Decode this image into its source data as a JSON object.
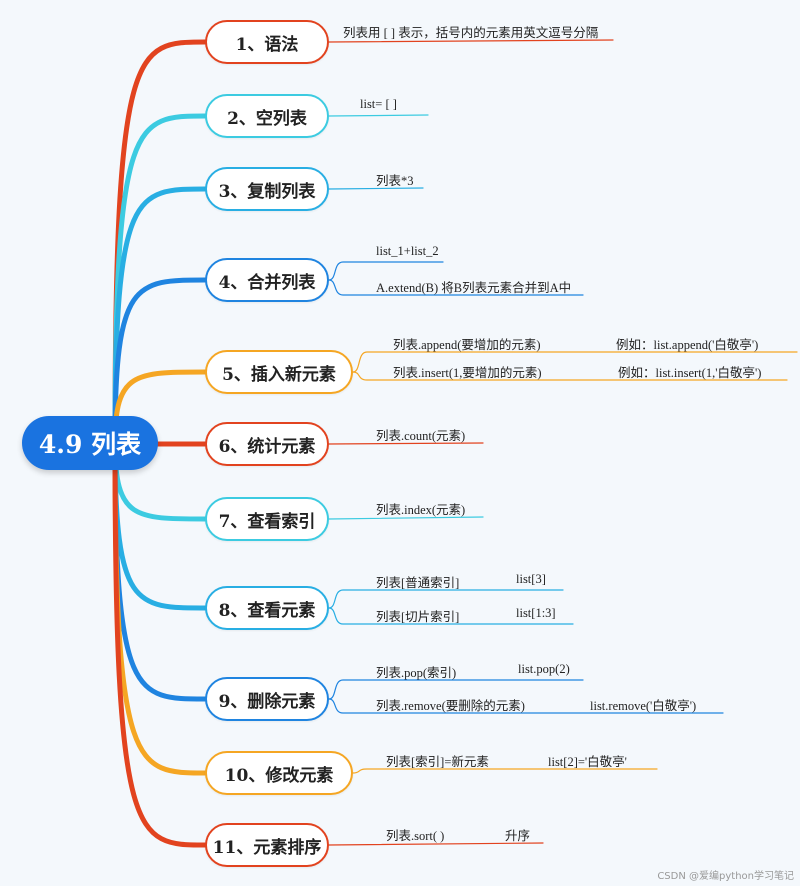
{
  "root": {
    "label": "4.9 列表",
    "color": "#1a73e0"
  },
  "branches": [
    {
      "label": "1、语法",
      "color": "#e2431f",
      "leaves": [
        {
          "texts": [
            "列表用 [ ] 表示，括号内的元素用英文逗号分隔"
          ]
        }
      ]
    },
    {
      "label": "2、空列表",
      "color": "#3ccbe1",
      "leaves": [
        {
          "texts": [
            "list= [ ]"
          ]
        }
      ]
    },
    {
      "label": "3、复制列表",
      "color": "#28aee3",
      "leaves": [
        {
          "texts": [
            "列表*3"
          ]
        }
      ]
    },
    {
      "label": "4、合并列表",
      "color": "#1f84e0",
      "leaves": [
        {
          "texts": [
            "list_1+list_2"
          ]
        },
        {
          "texts": [
            "A.extend(B) 将B列表元素合并到A中"
          ]
        }
      ]
    },
    {
      "label": "5、插入新元素",
      "color": "#f5a623",
      "leaves": [
        {
          "texts": [
            "列表.append(要增加的元素)",
            "例如：list.append('白敬亭')"
          ]
        },
        {
          "texts": [
            "列表.insert(1,要增加的元素)",
            "例如：list.insert(1,'白敬亭')"
          ]
        }
      ]
    },
    {
      "label": "6、统计元素",
      "color": "#e2431f",
      "leaves": [
        {
          "texts": [
            "列表.count(元素)"
          ]
        }
      ]
    },
    {
      "label": "7、查看索引",
      "color": "#3ccbe1",
      "leaves": [
        {
          "texts": [
            "列表.index(元素)"
          ]
        }
      ]
    },
    {
      "label": "8、查看元素",
      "color": "#28aee3",
      "leaves": [
        {
          "texts": [
            "列表[普通索引]",
            "list[3]"
          ]
        },
        {
          "texts": [
            "列表[切片索引]",
            "list[1:3]"
          ]
        }
      ]
    },
    {
      "label": "9、删除元素",
      "color": "#1f84e0",
      "leaves": [
        {
          "texts": [
            "列表.pop(索引)",
            "list.pop(2)"
          ]
        },
        {
          "texts": [
            "列表.remove(要删除的元素)",
            "list.remove('白敬亭')"
          ]
        }
      ]
    },
    {
      "label": "10、修改元素",
      "color": "#f5a623",
      "leaves": [
        {
          "texts": [
            "列表[索引]=新元素",
            "list[2]='白敬亭'"
          ]
        }
      ]
    },
    {
      "label": "11、元素排序",
      "color": "#e2431f",
      "leaves": [
        {
          "texts": [
            "列表.sort( )",
            "升序"
          ]
        }
      ]
    }
  ],
  "watermark": "CSDN @爱编python学习笔记"
}
